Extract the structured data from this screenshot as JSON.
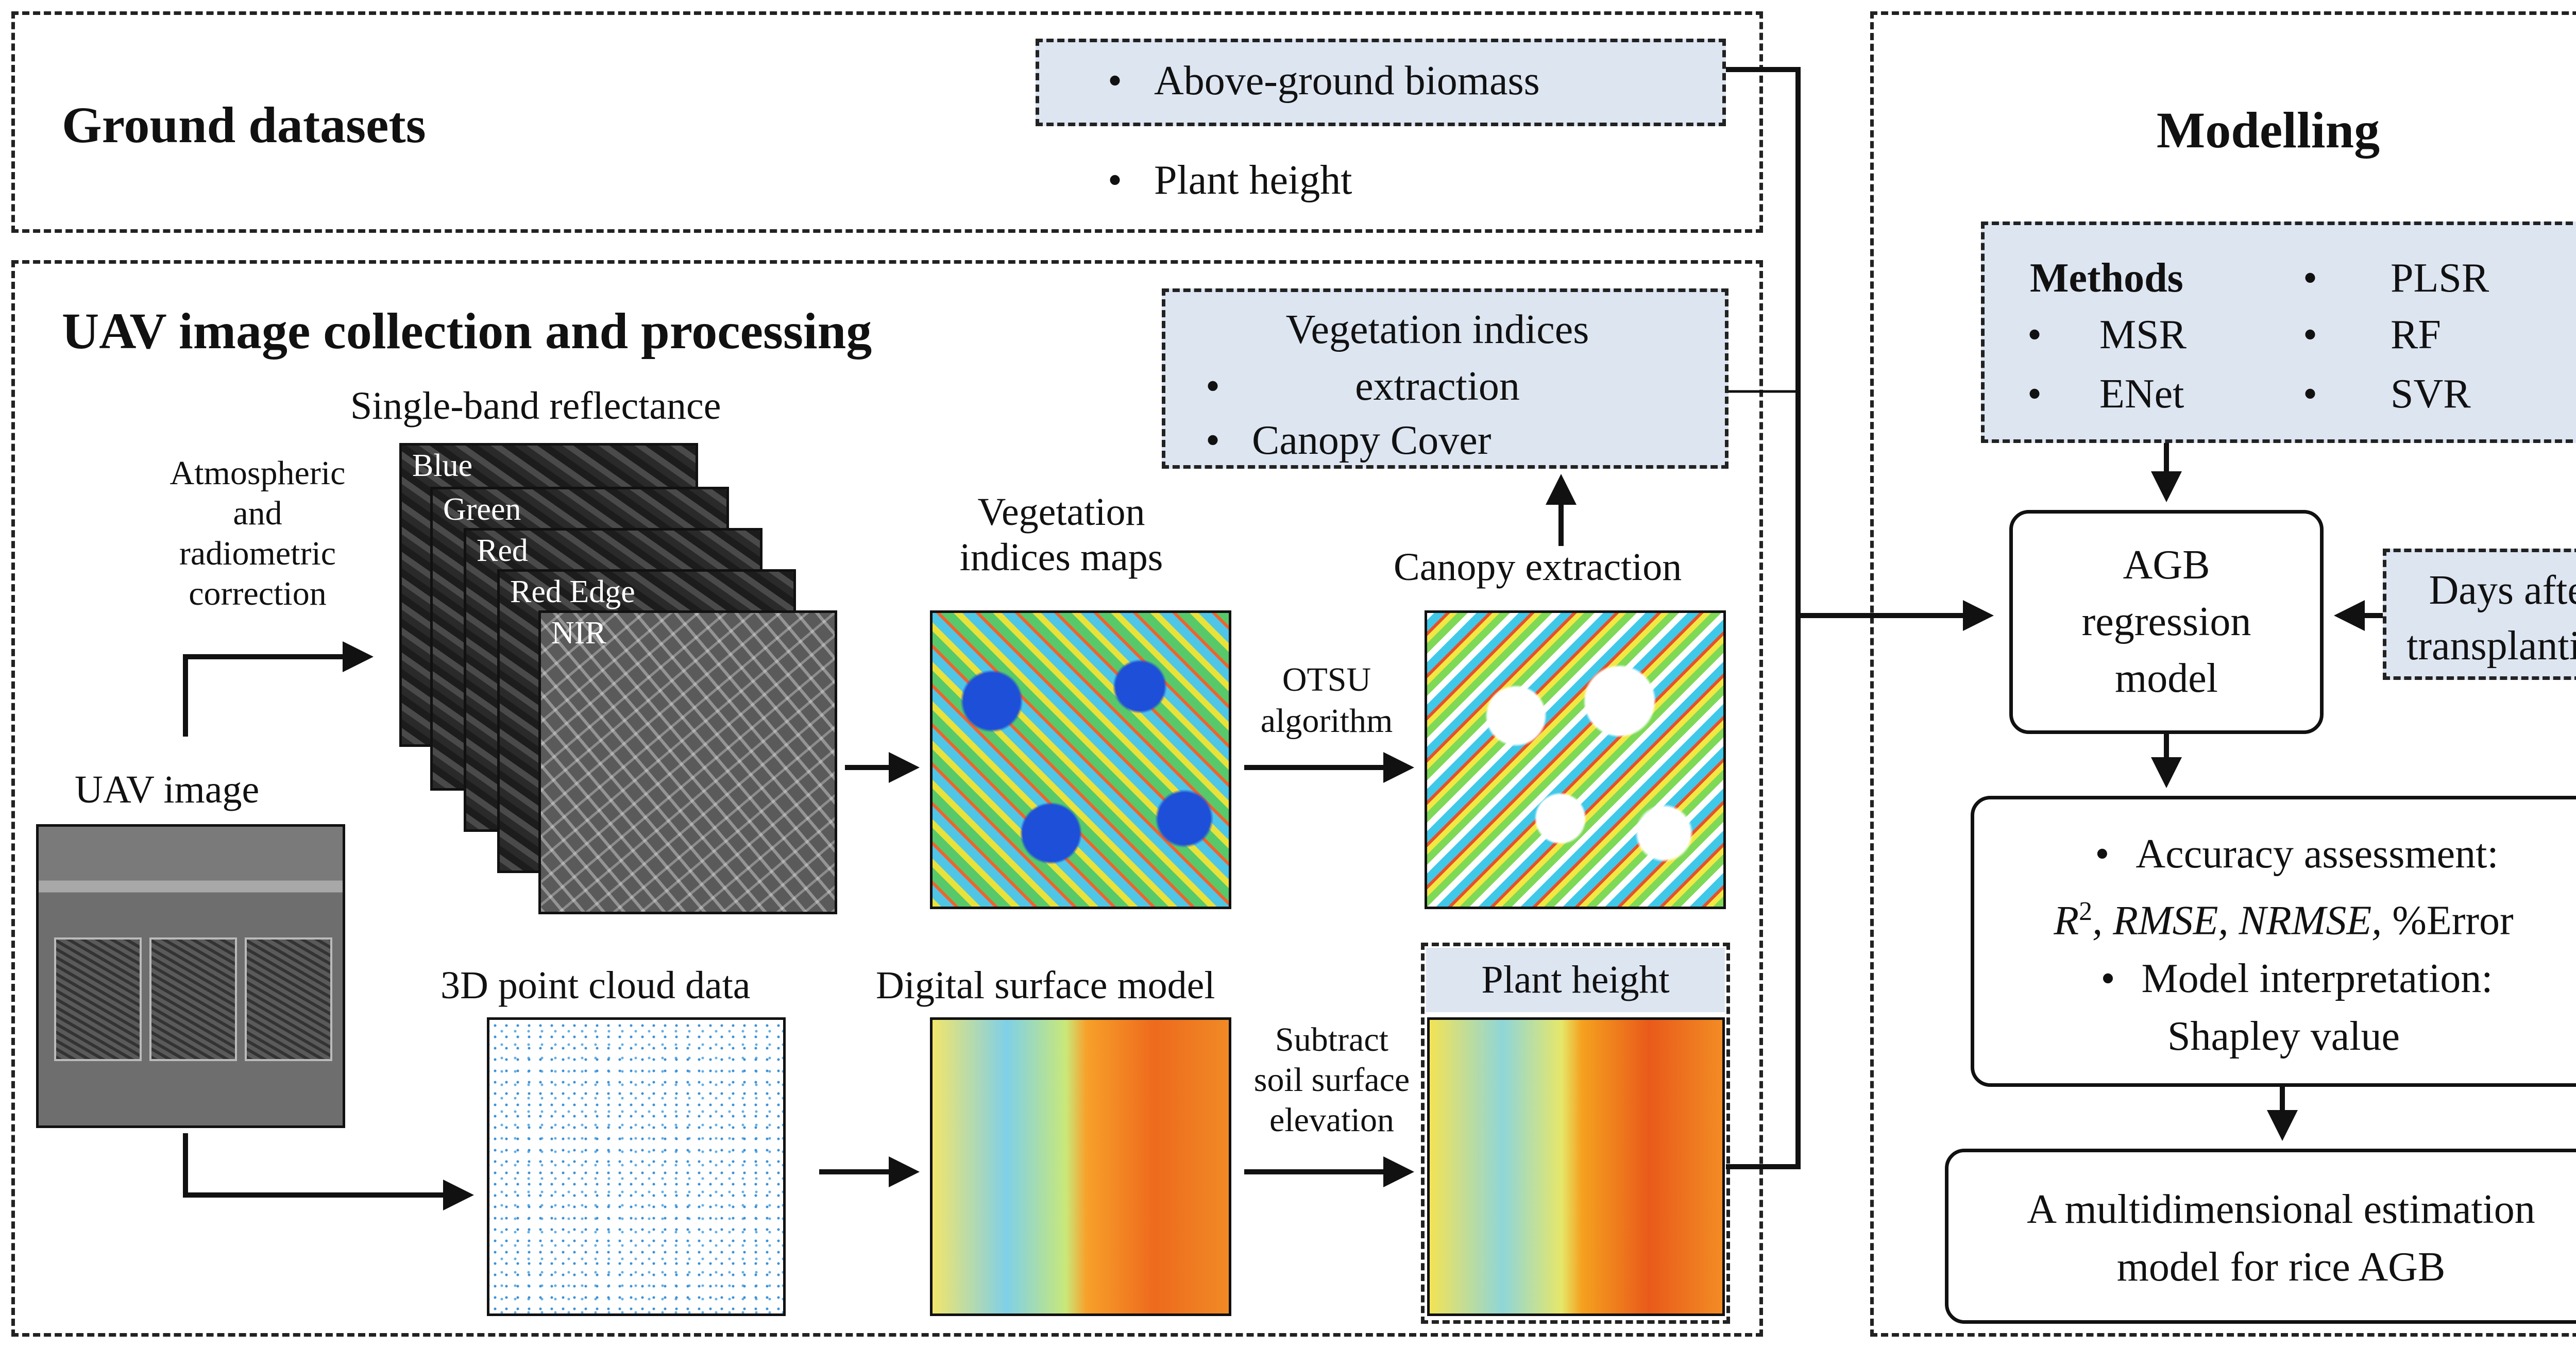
{
  "ground": {
    "title": "Ground datasets",
    "items": [
      "Above-ground biomass",
      "Plant height"
    ]
  },
  "uav": {
    "title": "UAV image collection and processing",
    "single_band_label": "Single-band reflectance",
    "bands": [
      "Blue",
      "Green",
      "Red",
      "Red Edge",
      "NIR"
    ],
    "correction_label": [
      "Atmospheric",
      "and",
      "radiometric",
      "correction"
    ],
    "uav_image_label": "UAV image",
    "vi_maps_label": [
      "Vegetation",
      "indices maps"
    ],
    "otsu_label": [
      "OTSU",
      "algorithm"
    ],
    "canopy_label": "Canopy extraction",
    "vi_box_items": [
      "Vegetation indices extraction",
      "Canopy Cover"
    ],
    "point_cloud_label": "3D point cloud data",
    "dsm_label": "Digital surface model",
    "subtract_label": [
      "Subtract",
      "soil surface",
      "elevation"
    ],
    "plant_height_label": "Plant height"
  },
  "modelling": {
    "title": "Modelling",
    "methods_heading": "Methods",
    "methods_left": [
      "MSR",
      "ENet"
    ],
    "methods_right": [
      "PLSR",
      "RF",
      "SVR"
    ],
    "agb_model": [
      "AGB",
      "regression",
      "model"
    ],
    "days_after": [
      "Days after",
      "transplanting"
    ],
    "accuracy": {
      "line1": "Accuracy assessment:",
      "metrics_r": "R",
      "metrics_sup": "2",
      "metrics_rest": ", RMSE, NRMSE,",
      "metrics_err": " %Error",
      "line3": "Model interpretation:",
      "line4": "Shapley value"
    },
    "final": [
      "A multidimensional estimation",
      "model for rice AGB"
    ]
  },
  "colors": {
    "box_fill": "#dde5f1",
    "line": "#111111"
  }
}
